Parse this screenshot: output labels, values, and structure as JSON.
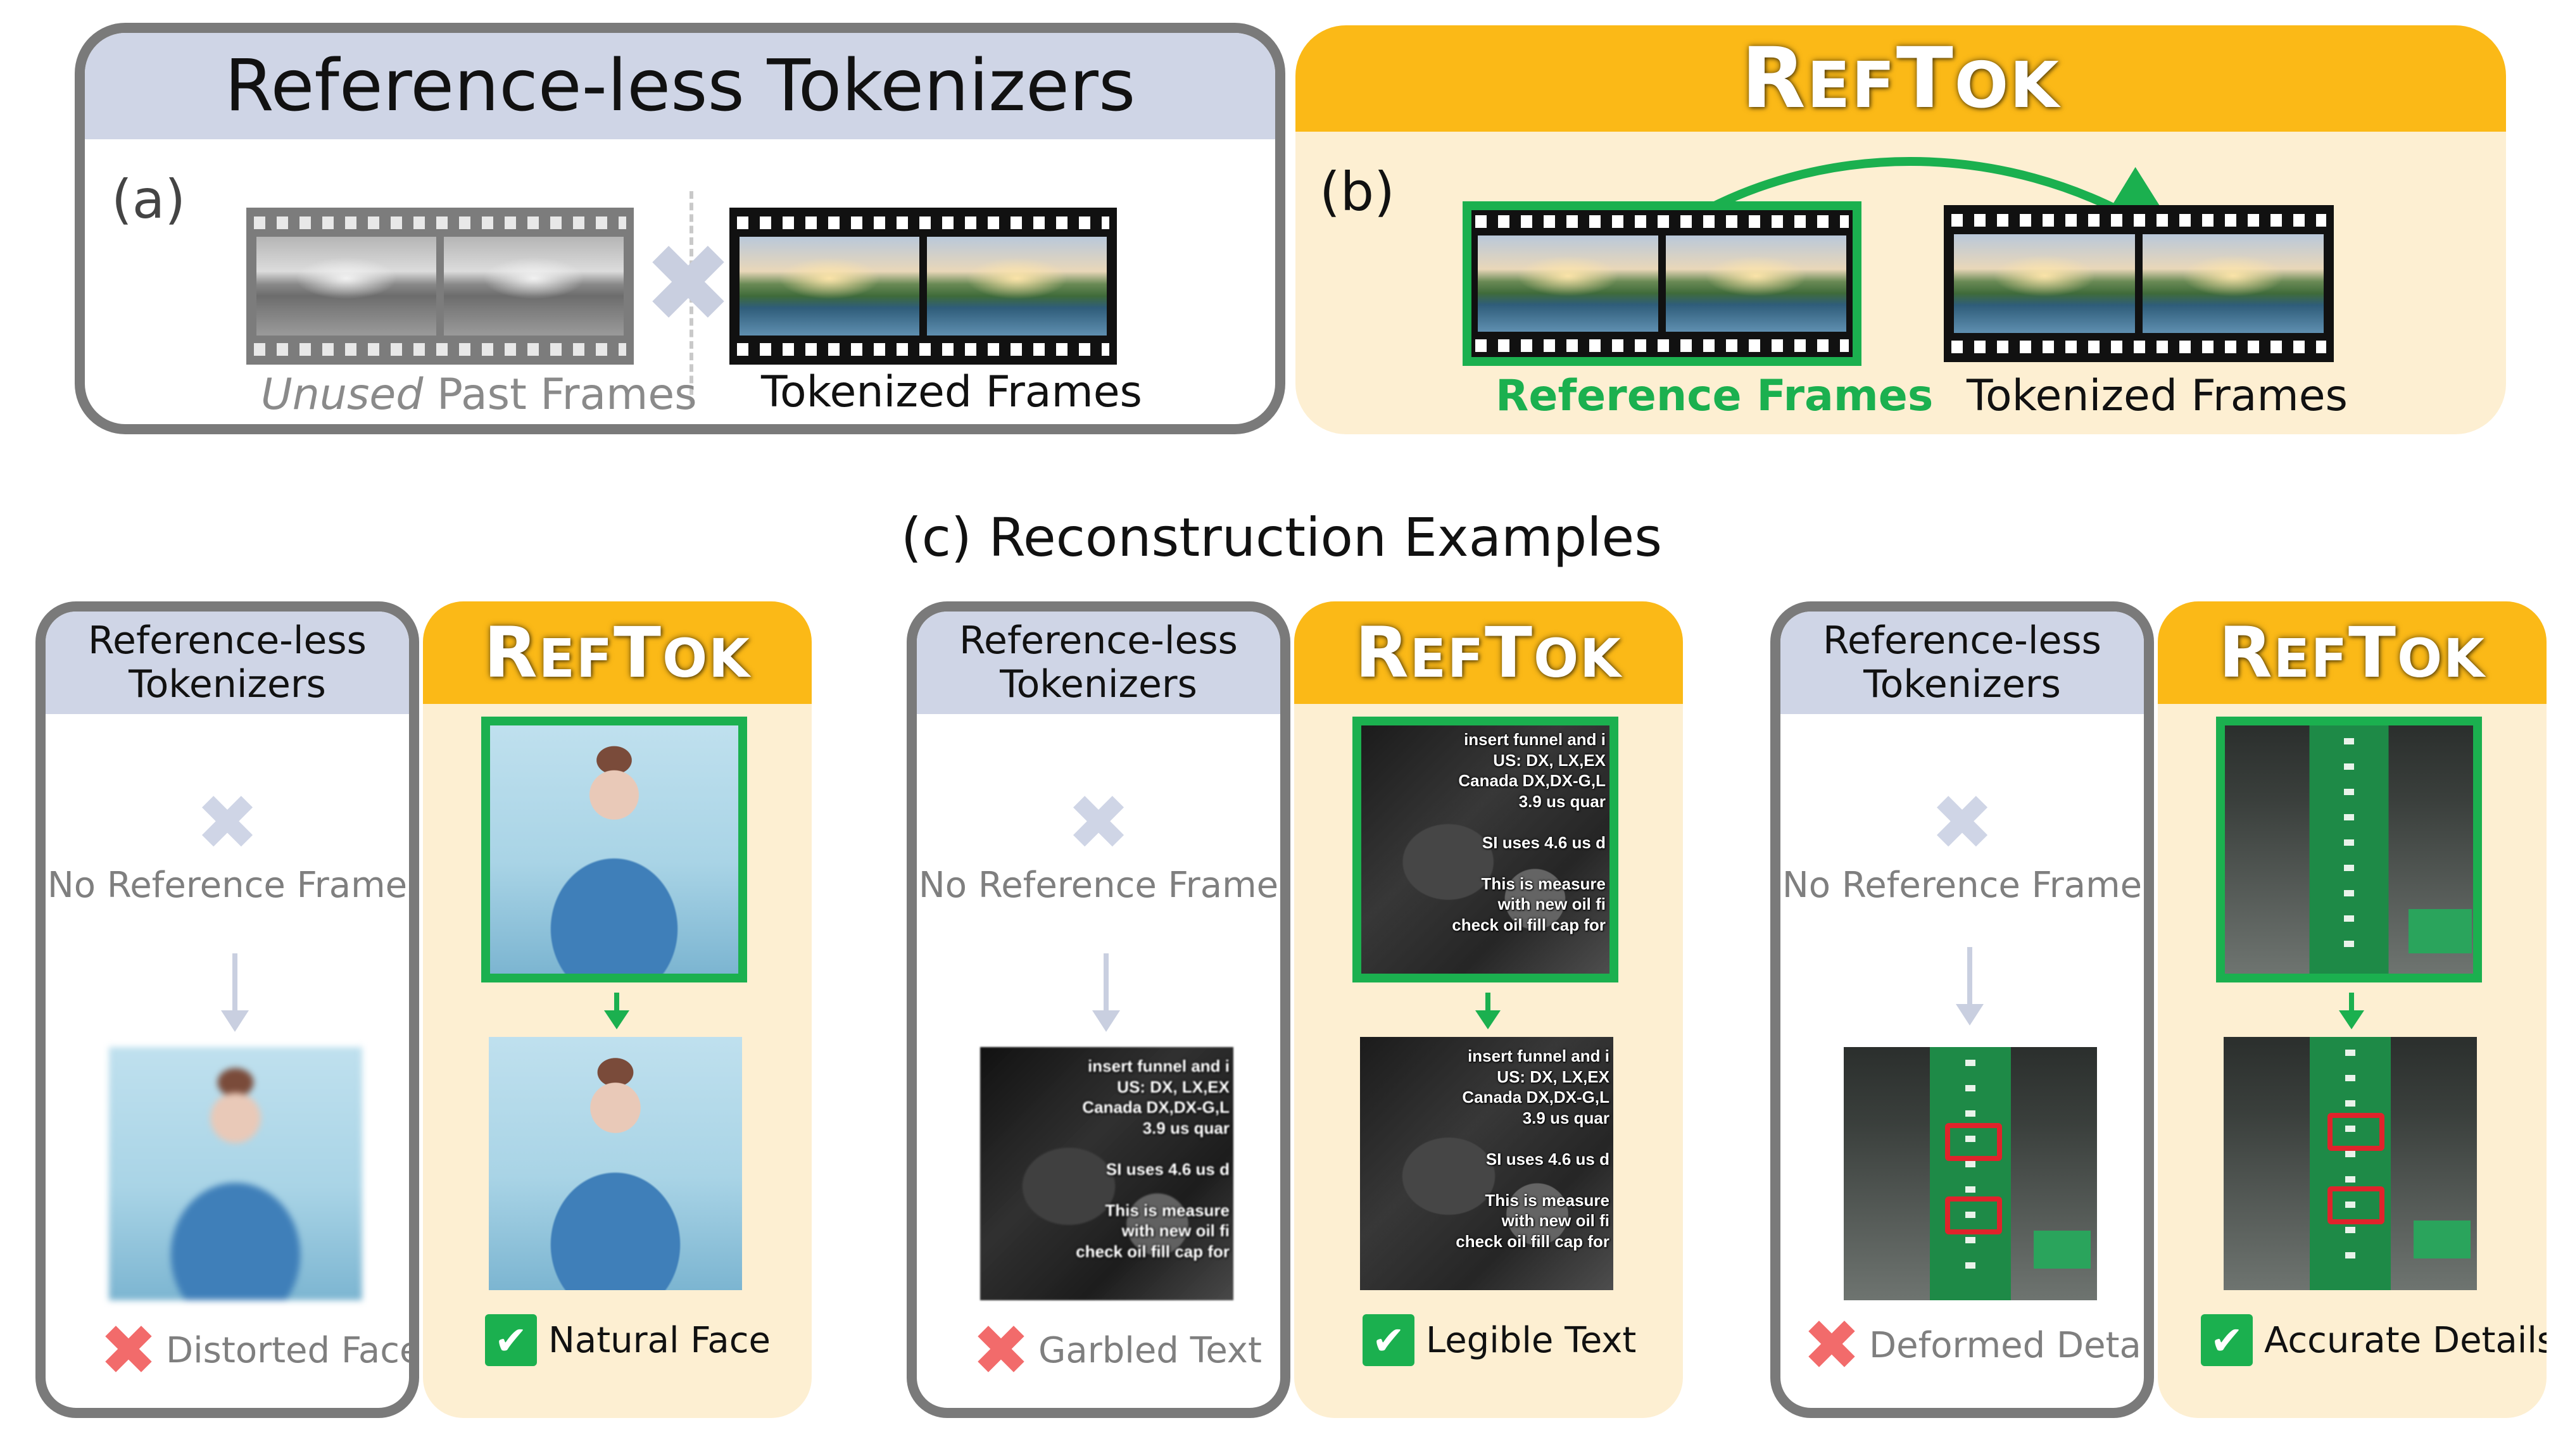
{
  "panel_a": {
    "title": "Reference-less Tokenizers",
    "tag": "(a)",
    "unused_word": "Unused",
    "unused_rest": " Past Frames",
    "tokenized": "Tokenized Frames",
    "cross_icon": "cross-icon"
  },
  "panel_b": {
    "title_big1": "R",
    "title_sm1": "EF",
    "title_big2": "T",
    "title_sm2": "OK",
    "tag": "(b)",
    "reference": "Reference Frames",
    "tokenized": "Tokenized Frames"
  },
  "section_c": {
    "title": "(c) Reconstruction Examples",
    "refless_header": "Reference-less Tokenizers",
    "no_reference": "No Reference Frame",
    "examples": [
      {
        "bad": "Distorted Face",
        "good": "Natural Face"
      },
      {
        "bad": "Garbled Text",
        "good": "Legible Text"
      },
      {
        "bad": "Deformed Details",
        "good": "Accurate Details"
      }
    ],
    "overlay_text": [
      "insert funnel and i",
      "US: DX, LX,EX",
      "Canada DX,DX-G,L",
      "3.9 us quar",
      "",
      "SI uses 4.6 us d",
      "",
      "This is measure",
      "with new oil fi",
      "check oil fill cap for"
    ]
  },
  "colors": {
    "gray_border": "#7a7a7a",
    "gray_header": "#cfd5e6",
    "gold_header": "#fbb917",
    "cream_body": "#fdefd2",
    "green": "#1bb04f",
    "red": "#f26b6b"
  }
}
